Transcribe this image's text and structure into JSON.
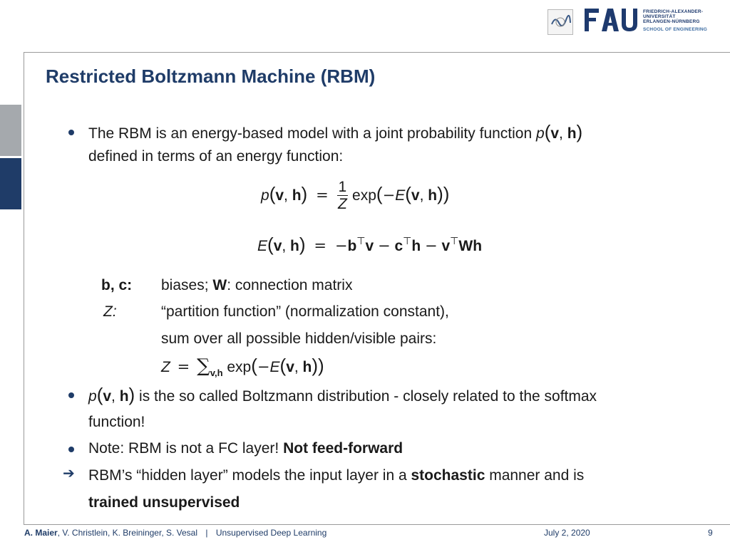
{
  "header": {
    "logo_lines": [
      "FRIEDRICH-ALEXANDER-",
      "UNIVERSITÄT",
      "ERLANGEN-NÜRNBERG"
    ],
    "logo_school": "SCHOOL OF ENGINEERING",
    "logo_fau": "FAU"
  },
  "slide": {
    "title": "Restricted Boltzmann Machine (RBM)",
    "bullet1_line1": "The RBM is an energy-based model with a joint probability function ",
    "bullet1_line2": "defined in terms of an energy function:",
    "def_bc_label": "b, c:",
    "def_bc_text_a": "biases; ",
    "def_bc_text_b": "W",
    "def_bc_text_c": ": connection matrix",
    "def_z_label": "Z:",
    "def_z_line1": "“partition function” (normalization constant),",
    "def_z_line2": "sum over all possible hidden/visible pairs:",
    "bullet2_text": " is the so called Boltzmann distribution - closely related to the softmax",
    "bullet2_line2": "function!",
    "bullet3_text": "Note: RBM is not a FC layer! ",
    "bullet3_bold": "Not feed-forward",
    "arrow_text_a": "RBM’s “hidden layer” models the input layer in a ",
    "arrow_bold1": "stochastic",
    "arrow_text_b": " manner and is",
    "arrow_bold2": "trained unsupervised"
  },
  "footer": {
    "author_bold": "A. Maier",
    "authors_rest": ", V. Christlein, K. Breininger, S. Vesal",
    "separator": "|",
    "course": "Unsupervised Deep Learning",
    "date": "July 2, 2020",
    "page": "9"
  },
  "colors": {
    "accent": "#1f3c68",
    "sidebar_gray": "#a5a9ad"
  }
}
